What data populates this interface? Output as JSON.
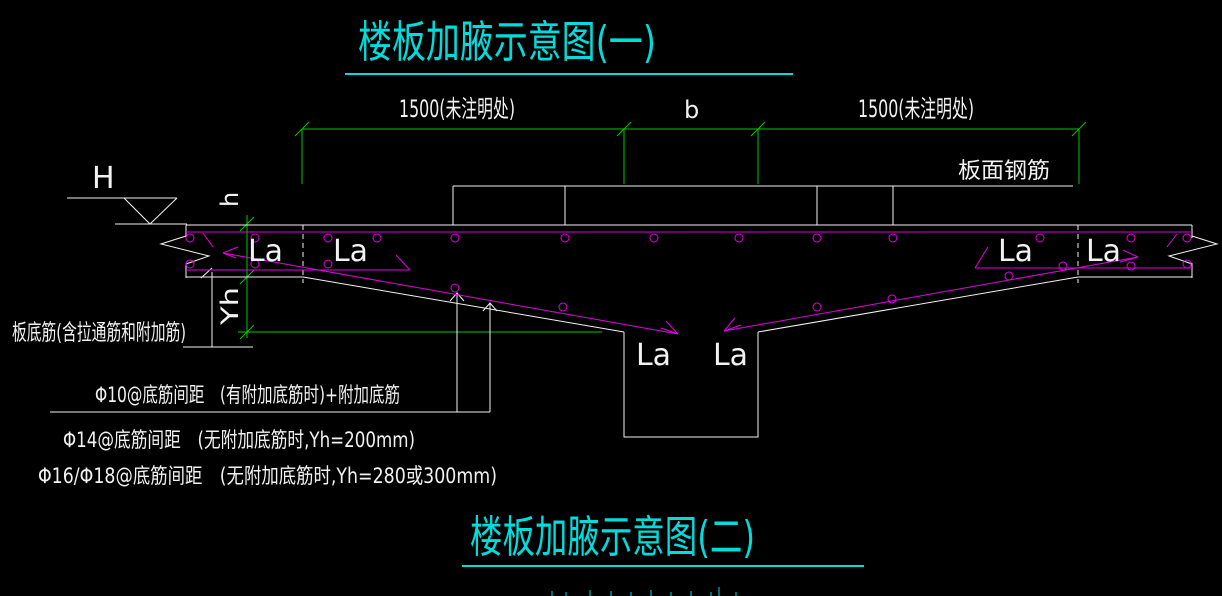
{
  "drawing": {
    "title_top": "楼板加腋示意图(一)",
    "title_bottom": "楼板加腋示意图(二)",
    "dim_left_span": "1500(未注明处)",
    "dim_beam_width": "b",
    "dim_right_span": "1500(未注明处)",
    "dim_slab_thickness": "h",
    "dim_haunch_depth": "Yh",
    "level_mark": "H",
    "anchorage_label": "La",
    "label_top_rebar": "板面钢筋",
    "label_bottom_rebar": "板底筋(含拉通筋和附加筋)",
    "notes": [
      "Φ10@底筋间距　(有附加底筋时)+附加底筋",
      "Φ14@底筋间距　(无附加底筋时,Yh=200mm)",
      "Φ16/Φ18@底筋间距　(无附加底筋时,Yh=280或300mm)"
    ],
    "colors": {
      "background": "#000000",
      "title_cyan": "#00dcdc",
      "dimension_green": "#00c800",
      "rebar_magenta": "#e400e4",
      "line_white": "#f2f2f2"
    }
  }
}
